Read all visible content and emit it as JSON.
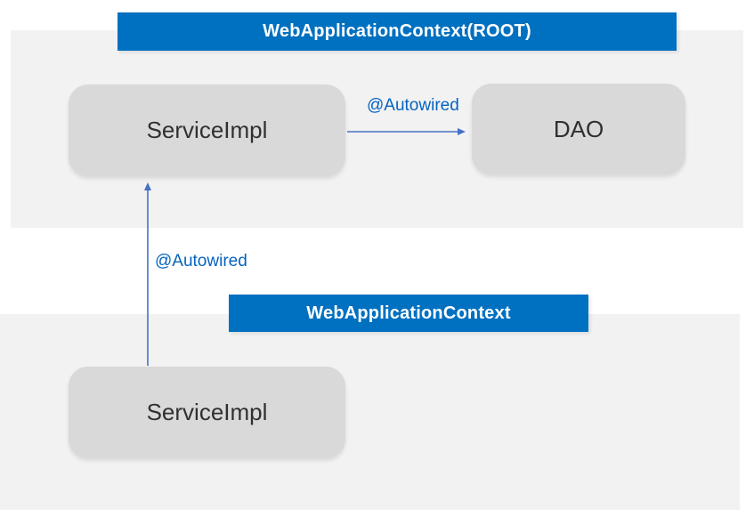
{
  "diagram": {
    "root_context": {
      "title": "WebApplicationContext(ROOT)",
      "service_box": {
        "label": "ServiceImpl"
      },
      "dao_box": {
        "label": "DAO"
      }
    },
    "servlet_context": {
      "title": "WebApplicationContext",
      "service_box": {
        "label": "ServiceImpl"
      }
    },
    "wiring": {
      "service_to_dao": {
        "label": "@Autowired",
        "direction": "right"
      },
      "child_to_parent": {
        "label": "@Autowired",
        "direction": "up"
      }
    },
    "colors": {
      "title_bar_blue": "#0070c0",
      "arrow_blue": "#4472c4",
      "label_blue": "#0563c1",
      "panel_gray": "#f2f2f2",
      "box_gray": "#d9d9d9",
      "box_text": "#303030"
    }
  }
}
